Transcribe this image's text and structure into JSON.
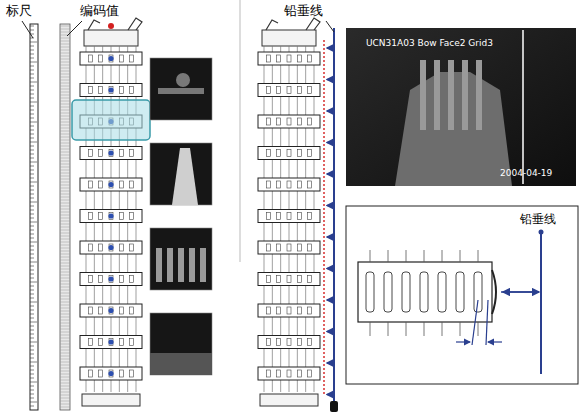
{
  "diagram": {
    "labels": [
      "标尺",
      "编码值",
      "铅垂线",
      "UCN31A03 Bow Face2 Grid3",
      "2004-04-19",
      "铅垂线"
    ]
  }
}
